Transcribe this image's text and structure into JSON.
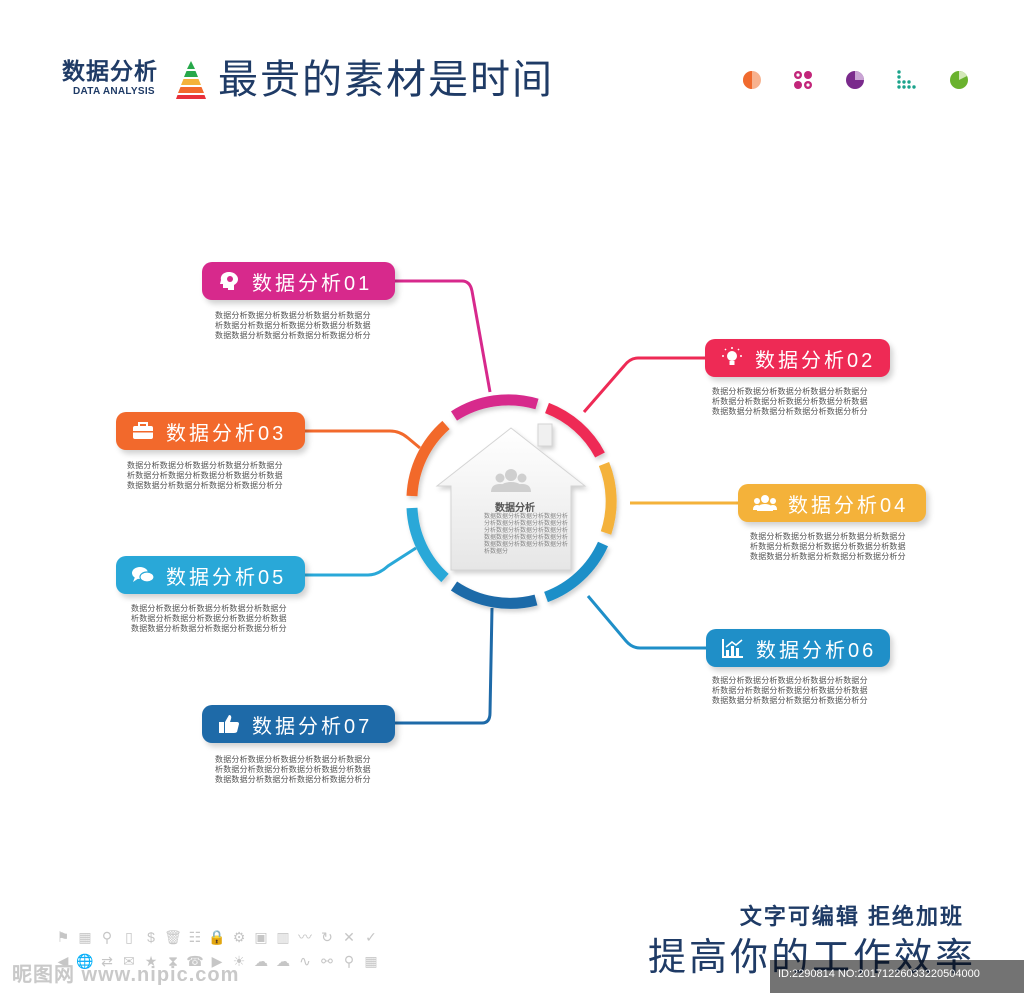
{
  "header": {
    "brand_cn": "数据分析",
    "brand_en": "DATA ANALYSIS",
    "slogan": "最贵的素材是时间"
  },
  "top_icons": [
    {
      "name": "pie-half-icon",
      "color": "#f06a2e"
    },
    {
      "name": "grid-dots-icon",
      "color": "#c2267a"
    },
    {
      "name": "pie-quarter-icon",
      "color": "#7a2a8c"
    },
    {
      "name": "dot-chart-icon",
      "color": "#1aa38b"
    },
    {
      "name": "pie-slice-icon",
      "color": "#6ab22e"
    }
  ],
  "center": {
    "title": "数据分析",
    "body_lines": [
      "数据数据分析数据分析数据分析",
      "分析数据分析数据分析数据分析",
      "分析数据分析数据分析数据分析",
      "数据数据分析数据分析数据分析",
      "数据数据分析数据分析数据分析",
      "析数据分"
    ]
  },
  "items": [
    {
      "label": "数据分析01",
      "color": "#d7298c",
      "icon": "brain-gear-icon",
      "desc": [
        "数据分析数据分析数据分析数据分析数据分",
        "析数据分析数据分析数据分析数据分析数据",
        "数据数据分析数据分析数据分析数据分析分"
      ]
    },
    {
      "label": "数据分析02",
      "color": "#ee2a55",
      "icon": "lightbulb-icon",
      "desc": [
        "数据分析数据分析数据分析数据分析数据分",
        "析数据分析数据分析数据分析数据分析数据",
        "数据数据分析数据分析数据分析数据分析分"
      ]
    },
    {
      "label": "数据分析03",
      "color": "#f2692c",
      "icon": "briefcase-icon",
      "desc": [
        "数据分析数据分析数据分析数据分析数据分",
        "析数据分析数据分析数据分析数据分析数据",
        "数据数据分析数据分析数据分析数据分析分"
      ]
    },
    {
      "label": "数据分析04",
      "color": "#f4b23a",
      "icon": "users-icon",
      "desc": [
        "数据分析数据分析数据分析数据分析数据分",
        "析数据分析数据分析数据分析数据分析数据",
        "数据数据分析数据分析数据分析数据分析分"
      ]
    },
    {
      "label": "数据分析05",
      "color": "#29a8d8",
      "icon": "chat-bubbles-icon",
      "desc": [
        "数据分析数据分析数据分析数据分析数据分",
        "析数据分析数据分析数据分析数据分析数据",
        "数据数据分析数据分析数据分析数据分析分"
      ]
    },
    {
      "label": "数据分析06",
      "color": "#1f8fc8",
      "icon": "bar-chart-icon",
      "desc": [
        "数据分析数据分析数据分析数据分析数据分",
        "析数据分析数据分析数据分析数据分析数据",
        "数据数据分析数据分析数据分析数据分析分"
      ]
    },
    {
      "label": "数据分析07",
      "color": "#1e6aa8",
      "icon": "thumbs-up-icon",
      "desc": [
        "数据分析数据分析数据分析数据分析数据分",
        "析数据分析数据分析数据分析数据分析数据",
        "数据数据分析数据分析数据分析数据分析分"
      ]
    }
  ],
  "footer": {
    "line1": "文字可编辑   拒绝加班",
    "line2": "提高你的工作效率",
    "watermark_left": "昵图网 www.nipic.com",
    "watermark_id": "ID:2290814 NO:20171226033220504000"
  },
  "bottom_icons_row1": [
    "⚑",
    "▦",
    "⚲",
    "▯",
    "$",
    "🗑",
    "☷",
    "🔒",
    "⚙",
    "▣",
    "▥",
    "〰",
    "↻",
    "✕",
    "✓"
  ],
  "bottom_icons_row2": [
    "◀",
    "🌐",
    "⇄",
    "✉",
    "★",
    "⧗",
    "☎",
    "▶",
    "☀",
    "☁",
    "☁",
    "∿",
    "⚯",
    "⚲",
    "▦"
  ]
}
